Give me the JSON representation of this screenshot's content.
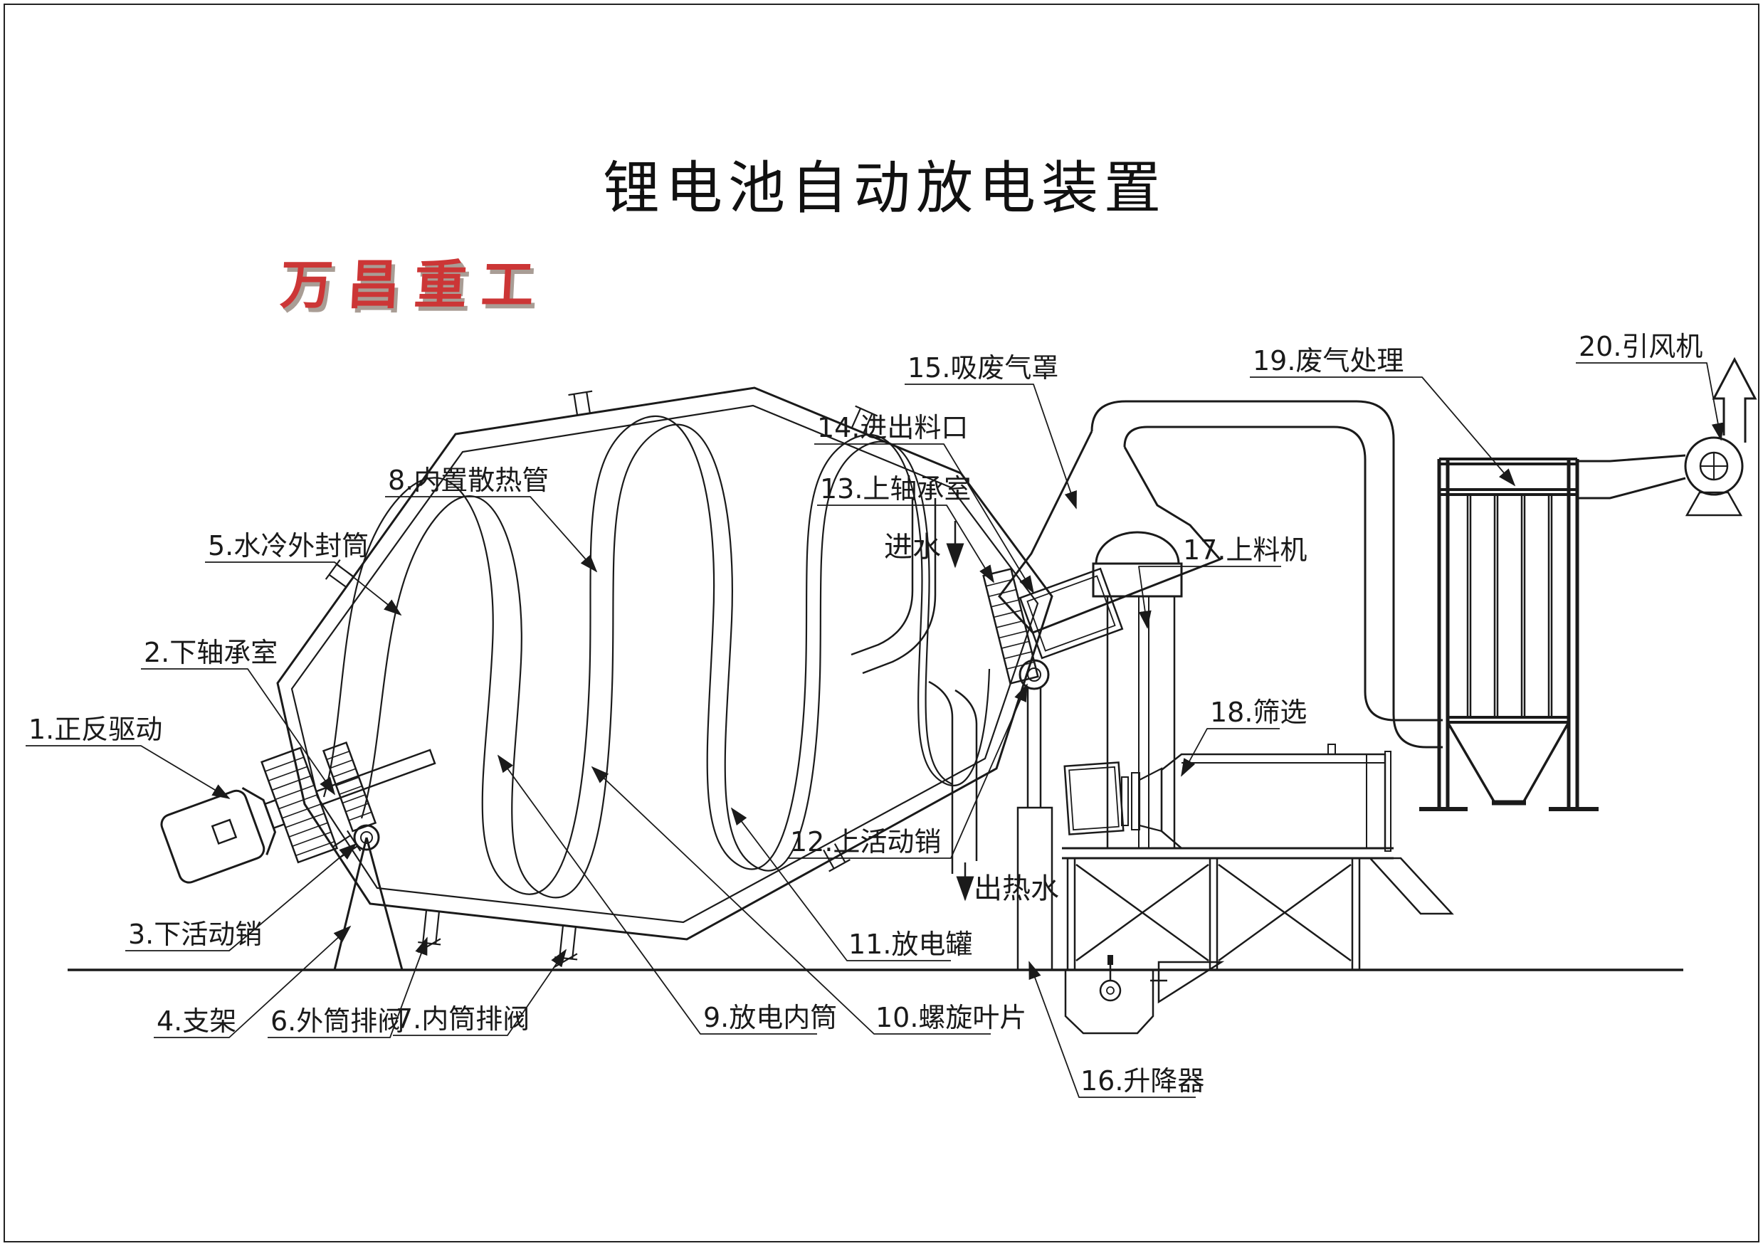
{
  "drawing": {
    "title": "锂电池自动放电装置",
    "logo": "万昌重工",
    "annotations": {
      "water_in": "进水",
      "hot_water_out": "出热水"
    },
    "labels": [
      {
        "id": "1",
        "text": "1.正反驱动",
        "name": "forward-reverse-drive"
      },
      {
        "id": "2",
        "text": "2.下轴承室",
        "name": "lower-bearing-housing"
      },
      {
        "id": "3",
        "text": "3.下活动销",
        "name": "lower-movable-pin"
      },
      {
        "id": "4",
        "text": "4.支架",
        "name": "support-frame"
      },
      {
        "id": "5",
        "text": "5.水冷外封筒",
        "name": "water-cooled-outer-shell"
      },
      {
        "id": "6",
        "text": "6.外筒排阀",
        "name": "outer-cylinder-drain-valve"
      },
      {
        "id": "7",
        "text": "7.内筒排阀",
        "name": "inner-cylinder-drain-valve"
      },
      {
        "id": "8",
        "text": "8.内置散热管",
        "name": "built-in-cooling-pipe"
      },
      {
        "id": "9",
        "text": "9.放电内筒",
        "name": "discharge-inner-cylinder"
      },
      {
        "id": "10",
        "text": "10.螺旋叶片",
        "name": "spiral-blade"
      },
      {
        "id": "11",
        "text": "11.放电罐",
        "name": "discharge-tank"
      },
      {
        "id": "12",
        "text": "12.上活动销",
        "name": "upper-movable-pin"
      },
      {
        "id": "13",
        "text": "13.上轴承室",
        "name": "upper-bearing-housing"
      },
      {
        "id": "14",
        "text": "14.进出料口",
        "name": "inlet-outlet-port"
      },
      {
        "id": "15",
        "text": "15.吸废气罩",
        "name": "waste-gas-suction-hood"
      },
      {
        "id": "16",
        "text": "16.升降器",
        "name": "lifter"
      },
      {
        "id": "17",
        "text": "17.上料机",
        "name": "feeding-machine"
      },
      {
        "id": "18",
        "text": "18.筛选",
        "name": "screening"
      },
      {
        "id": "19",
        "text": "19.废气处理",
        "name": "waste-gas-treatment"
      },
      {
        "id": "20",
        "text": "20.引风机",
        "name": "induced-draft-fan"
      }
    ],
    "colors": {
      "line": "#1a1a1a",
      "logo_red": "#cc3636",
      "logo_shadow": "#8d7d72",
      "background": "#ffffff"
    }
  }
}
